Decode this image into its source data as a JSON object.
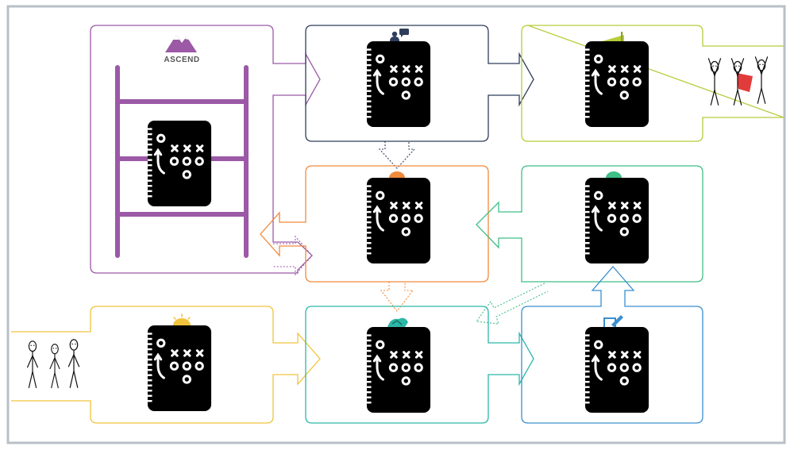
{
  "frame": {
    "border_color": "#b9bfc7",
    "background": "#ffffff"
  },
  "colors": {
    "purple": "#9b59a6",
    "navy": "#2f3e5c",
    "lime": "#b8cc3a",
    "orange": "#f08a3c",
    "teal_green": "#3fbf86",
    "yellow": "#f2c33d",
    "teal": "#2cb7a8",
    "blue": "#3a8fd0",
    "card": "#000000",
    "card_marks": "#ffffff",
    "red_cape": "#e23b3b"
  },
  "ascend": {
    "label": "ASCEND",
    "icon": "mountain-icon"
  },
  "stages": [
    {
      "id": "ascend-ladder",
      "color_key": "purple",
      "icon": "playbook-icon"
    },
    {
      "id": "collaborate",
      "color_key": "navy",
      "icon": "playbook-icon",
      "badge": "person-chat-icon"
    },
    {
      "id": "celebrate",
      "color_key": "lime",
      "icon": "playbook-icon",
      "badge": "flag-icon"
    },
    {
      "id": "coach",
      "color_key": "orange",
      "icon": "playbook-icon",
      "badge": "half-circle-icon"
    },
    {
      "id": "review",
      "color_key": "teal_green",
      "icon": "playbook-icon",
      "badge": "half-circle-icon"
    },
    {
      "id": "start",
      "color_key": "yellow",
      "icon": "playbook-icon",
      "badge": "sunrise-icon"
    },
    {
      "id": "engage",
      "color_key": "teal",
      "icon": "playbook-icon",
      "badge": "handshake-icon"
    },
    {
      "id": "plan",
      "color_key": "blue",
      "icon": "playbook-icon",
      "badge": "edit-icon"
    }
  ],
  "people": {
    "right_group": "celebrating-stick-figures",
    "left_group": "confused-stick-figures"
  }
}
